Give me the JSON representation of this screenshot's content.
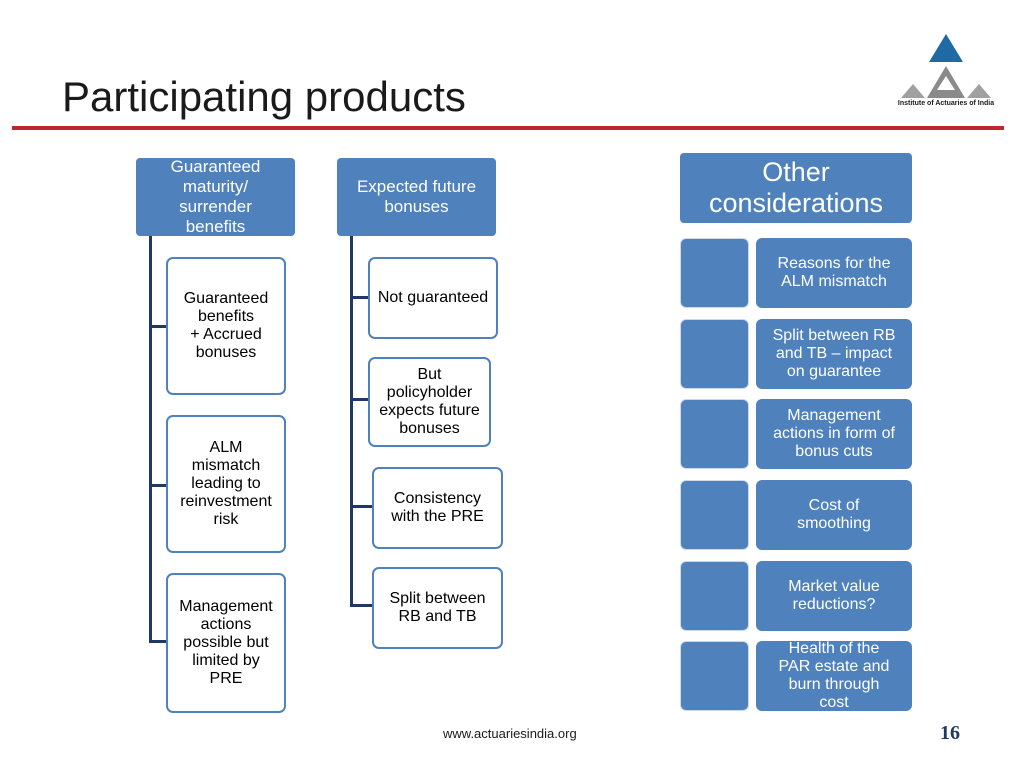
{
  "slide": {
    "title": "Participating products",
    "logo_text": "Institute of Actuaries of India",
    "footer_url": "www.actuariesindia.org",
    "page_number": "16"
  },
  "colors": {
    "accent_blue": "#4f81bd",
    "connector": "#1f3864",
    "title_rule": "#c0272d"
  },
  "column1": {
    "header": "Guaranteed\nmaturity/\nsurrender\nbenefits",
    "items": [
      "Guaranteed\nbenefits\n+ Accrued\nbonuses",
      "ALM\nmismatch\nleading to\nreinvestment\nrisk",
      "Management\nactions\npossible but\nlimited by\nPRE"
    ]
  },
  "column2": {
    "header": "Expected future\nbonuses",
    "items": [
      "Not guaranteed",
      "But\npolicyholder\nexpects future\nbonuses",
      "Consistency\nwith the PRE",
      "Split between\nRB and TB"
    ]
  },
  "column3": {
    "header": "Other\nconsiderations",
    "items": [
      "Reasons for the\nALM mismatch",
      "Split between RB\nand TB – impact\non guarantee",
      "Management\nactions in form of\nbonus cuts",
      "Cost of\nsmoothing",
      "Market value\nreductions?",
      "Health of the\nPAR estate and\nburn through\ncost"
    ]
  }
}
